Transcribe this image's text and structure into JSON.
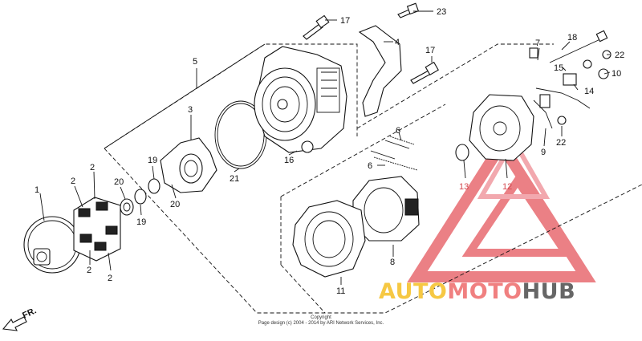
{
  "callouts": {
    "c1": "1",
    "c2a": "2",
    "c2b": "2",
    "c2c": "2",
    "c2d": "2",
    "c3": "3",
    "c4": "4",
    "c5": "5",
    "c6a": "6",
    "c6b": "6",
    "c7": "7",
    "c8": "8",
    "c9": "9",
    "c10": "10",
    "c11": "11",
    "c12": "12",
    "c13": "13",
    "c14": "14",
    "c15": "15",
    "c16": "16",
    "c17a": "17",
    "c17b": "17",
    "c18": "18",
    "c19a": "19",
    "c19b": "19",
    "c20a": "20",
    "c20b": "20",
    "c21": "21",
    "c22a": "22",
    "c22b": "22",
    "c23": "23"
  },
  "direction_label": "FR.",
  "copyright": {
    "line1": "Copyright",
    "line2": "Page design (c) 2004 - 2014 by ARI Network Services, Inc."
  },
  "watermark": {
    "part1": "AUTO",
    "part2": "MOTO",
    "part3": "HUB",
    "colors": {
      "auto": "#f6c843",
      "moto": "#f08080",
      "hub": "#666666",
      "logo": "#e0434b"
    }
  }
}
